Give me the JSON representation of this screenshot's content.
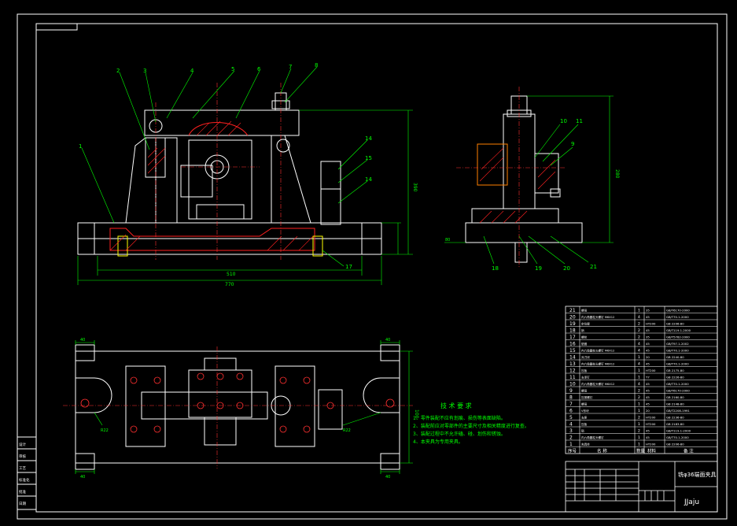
{
  "colors": {
    "background": "#000000",
    "frame": "#ffffff",
    "outline": "#ffffff",
    "dimension": "#00ff00",
    "hatch": "#ff0000",
    "center": "#ff3030",
    "fastener": "#ffff00",
    "accent": "#00ffff"
  },
  "top_left_label": "",
  "balloons": {
    "front": [
      "1",
      "2",
      "3",
      "4",
      "5",
      "6",
      "7",
      "8",
      "14",
      "15",
      "14",
      "17"
    ],
    "side": [
      "10",
      "11",
      "9",
      "18",
      "19",
      "20",
      "21"
    ]
  },
  "dimensions": {
    "front_width": "510",
    "front_overall": "770",
    "front_height": "390",
    "side_height": "280",
    "plan_height": "100",
    "plan_left_a": "40",
    "plan_right_a": "40",
    "plan_left_b": "40",
    "plan_right_b": "40",
    "side_left": "80",
    "plan_r_left": "R22",
    "plan_r_right": "R22"
  },
  "tech_req": {
    "title": "技 术 要 求",
    "items": [
      "1、零件装配不应有划痕、损伤等表面缺陷。",
      "2、装配前应对零部件的主要尺寸及相关精度进行复查。",
      "3、装配过程中不允许磕、碰、划伤和锈蚀。",
      "4、本夹具为专用夹具。"
    ]
  },
  "bom": {
    "rows": [
      {
        "no": "21",
        "name": "螺母",
        "qty": "1",
        "mat": "35",
        "std": "GB/T6170-2000"
      },
      {
        "no": "20",
        "name": "内六角圆柱头螺钉 M6X12",
        "qty": "4",
        "mat": "45",
        "std": "GB/T70.1-2000"
      },
      {
        "no": "19",
        "name": "定位键",
        "qty": "2",
        "mat": "HT200",
        "std": "GB 2206-80"
      },
      {
        "no": "18",
        "name": "销",
        "qty": "2",
        "mat": "45",
        "std": "GB/T119.1-2000"
      },
      {
        "no": "17",
        "name": "螺栓",
        "qty": "2",
        "mat": "35",
        "std": "GB/T5782-2000"
      },
      {
        "no": "16",
        "name": "垫圈",
        "qty": "4",
        "mat": "45",
        "std": "GB/T97.1-2002"
      },
      {
        "no": "15",
        "name": "内六角圆柱头螺钉 M6X12",
        "qty": "4",
        "mat": "45",
        "std": "GB/T70.1-2000"
      },
      {
        "no": "14",
        "name": "对刀块",
        "qty": "1",
        "mat": "20",
        "std": "GB 2240-80"
      },
      {
        "no": "13",
        "name": "内六角圆柱头螺钉 M6X12",
        "qty": "4",
        "mat": "45",
        "std": "GB/T70.1-2000"
      },
      {
        "no": "12",
        "name": "压板",
        "qty": "1",
        "mat": "HT200",
        "std": "GB 2175-80"
      },
      {
        "no": "11",
        "name": "支承钉",
        "qty": "1",
        "mat": "T7",
        "std": "GB 2226-80"
      },
      {
        "no": "10",
        "name": "内六角圆柱头螺钉 M6X12",
        "qty": "4",
        "mat": "45",
        "std": "GB/T70.1-2000"
      },
      {
        "no": "9",
        "name": "螺母",
        "qty": "2",
        "mat": "45",
        "std": "GB/T6170-2000"
      },
      {
        "no": "8",
        "name": "压紧螺钉",
        "qty": "2",
        "mat": "45",
        "std": "GB 2160-80"
      },
      {
        "no": "7",
        "name": "螺母",
        "qty": "1",
        "mat": "45",
        "std": "GB 2148-80"
      },
      {
        "no": "6",
        "name": "V形块",
        "qty": "1",
        "mat": "20",
        "std": "GB/T2208-1991"
      },
      {
        "no": "5",
        "name": "支座",
        "qty": "2",
        "mat": "HT200",
        "std": "GB 2236-80"
      },
      {
        "no": "4",
        "name": "压板",
        "qty": "1",
        "mat": "HT200",
        "std": "GB 2183-80"
      },
      {
        "no": "3",
        "name": "销",
        "qty": "2",
        "mat": "45",
        "std": "GB/T119.1-2000"
      },
      {
        "no": "2",
        "name": "内六角圆柱头螺钉",
        "qty": "1",
        "mat": "45",
        "std": "GB/T70.1-2000"
      },
      {
        "no": "1",
        "name": "夹具体",
        "qty": "1",
        "mat": "HT200",
        "std": "GB 2206-80"
      }
    ],
    "header": [
      "序号",
      "名 称",
      "数量",
      "材料",
      "备 注"
    ]
  },
  "title_block": {
    "drawing_name": "铣φ36端面夹具",
    "code": "JJaju"
  },
  "side_strip": [
    "设计",
    "审核",
    "工艺",
    "标准化",
    "批准",
    "日期"
  ]
}
